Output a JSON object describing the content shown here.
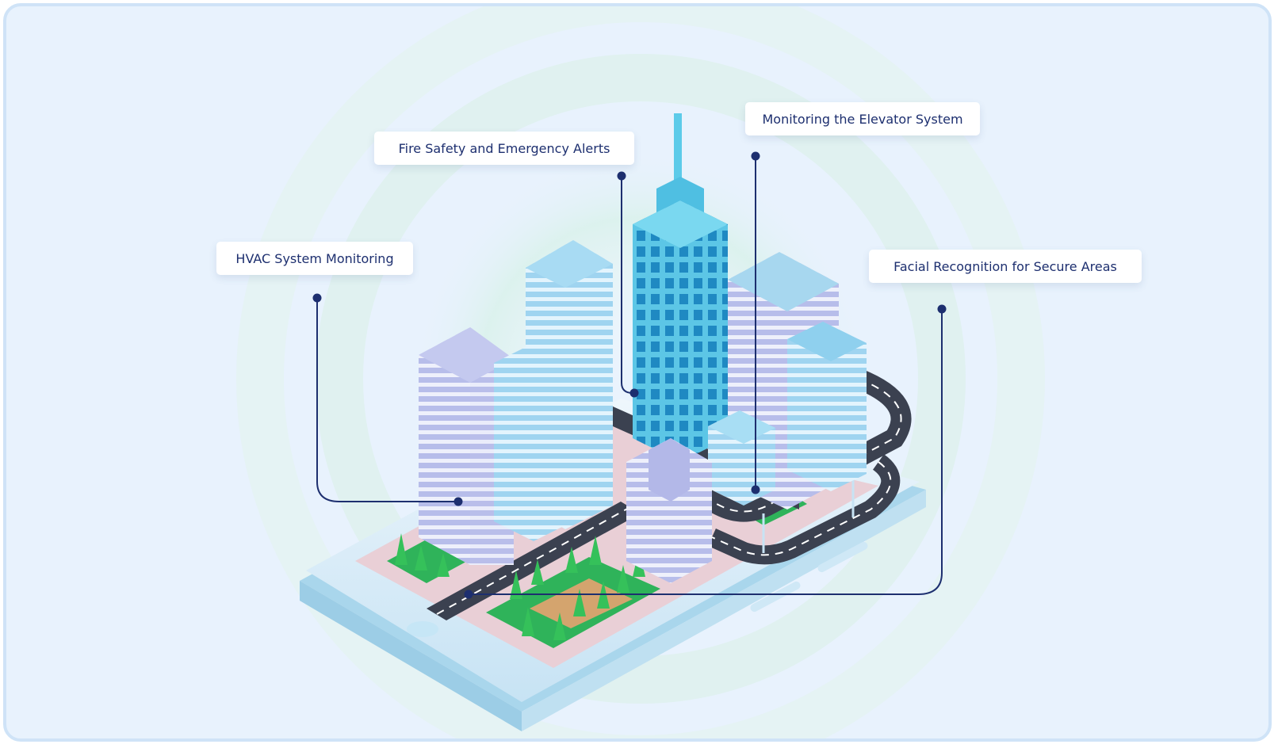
{
  "callouts": {
    "hvac": "HVAC System Monitoring",
    "fire": "Fire Safety and Emergency Alerts",
    "elevator": "Monitoring the Elevator System",
    "facial": "Facial Recognition for Secure Areas"
  },
  "colors": {
    "background": "#e8f2fd",
    "line": "#1d2f6f",
    "building": "#7ed3ee",
    "road": "#3b4150",
    "grass": "#2fb35a"
  }
}
